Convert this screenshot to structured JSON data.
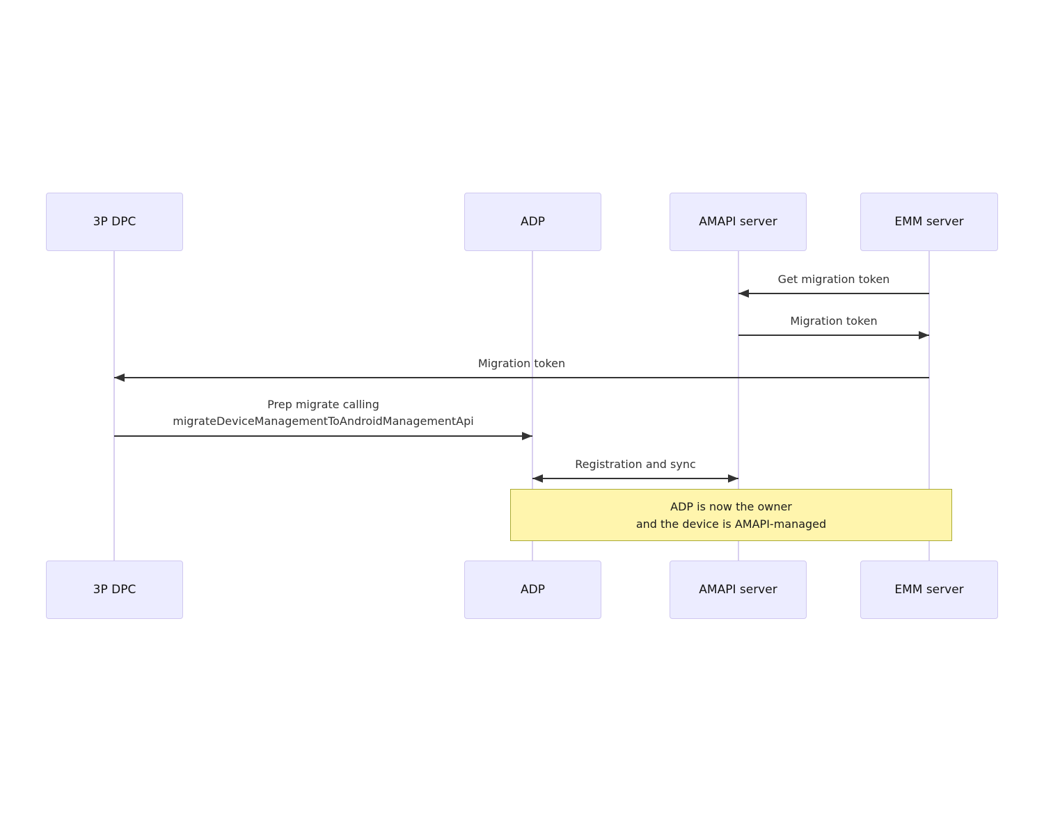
{
  "diagram": {
    "type": "sequence-diagram",
    "actors": [
      {
        "label": "3P DPC"
      },
      {
        "label": "ADP"
      },
      {
        "label": "AMAPI server"
      },
      {
        "label": "EMM server"
      }
    ],
    "messages": [
      {
        "text": "Get migration token",
        "from": "EMM server",
        "to": "AMAPI server",
        "arrow": "left"
      },
      {
        "text": "Migration token",
        "from": "AMAPI server",
        "to": "EMM server",
        "arrow": "right"
      },
      {
        "text": "Migration token",
        "from": "EMM server",
        "to": "3P DPC",
        "arrow": "left"
      },
      {
        "text": "Prep migrate calling\nmigrateDeviceManagementToAndroidManagementApi",
        "from": "3P DPC",
        "to": "ADP",
        "arrow": "right"
      },
      {
        "text": "Registration and sync",
        "from": "ADP",
        "to": "AMAPI server",
        "arrow": "both"
      }
    ],
    "note": {
      "text": "ADP is now the owner\nand the device is AMAPI-managed",
      "over": [
        "ADP",
        "EMM server"
      ]
    },
    "colors": {
      "actor_fill": "#ECECFF",
      "actor_border": "#CFC7F0",
      "lifeline": "#D8CFF0",
      "arrow": "#333333",
      "message_text": "#333333",
      "note_fill": "#FFF5AD",
      "note_border": "#AAAA33"
    }
  }
}
